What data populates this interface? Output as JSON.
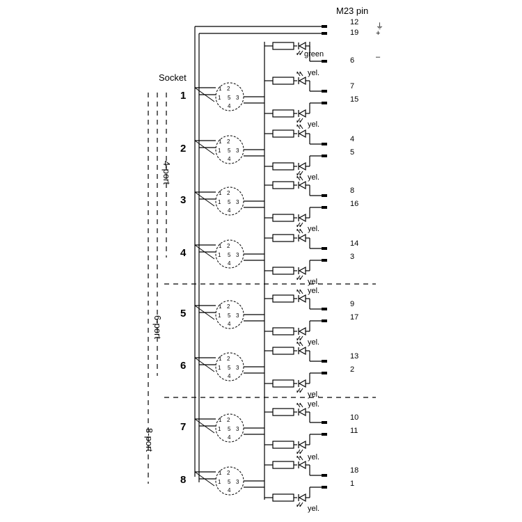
{
  "header": {
    "m23_label": "M23 pin",
    "socket_label": "Socket"
  },
  "top_pins": [
    {
      "pin": "12",
      "symbol": "⏚"
    },
    {
      "pin": "19",
      "symbol": "+"
    },
    {
      "pin": "6",
      "symbol": "–"
    }
  ],
  "sockets": [
    {
      "number": "1",
      "pins": [
        "7",
        "15"
      ],
      "led_upper": "yel.",
      "led_lower": "yel."
    },
    {
      "number": "2",
      "pins": [
        "4",
        "5"
      ],
      "led_upper": "",
      "led_lower": "yel."
    },
    {
      "number": "3",
      "pins": [
        "8",
        "16"
      ],
      "led_upper": "",
      "led_lower": "yel."
    },
    {
      "number": "4",
      "pins": [
        "14",
        "3"
      ],
      "led_upper": "",
      "led_lower": "yel."
    },
    {
      "number": "5",
      "pins": [
        "9",
        "17"
      ],
      "led_upper": "yel.",
      "led_lower": "yel."
    },
    {
      "number": "6",
      "pins": [
        "13",
        "2"
      ],
      "led_upper": "",
      "led_lower": "yel."
    },
    {
      "number": "7",
      "pins": [
        "10",
        "11"
      ],
      "led_upper": "yel.",
      "led_lower": ""
    },
    {
      "number": "8",
      "pins": [
        "18",
        "1"
      ],
      "led_upper": "yel.",
      "led_lower": "yel."
    }
  ],
  "power_led_label": "green",
  "connector_numbers": {
    "n1": "1",
    "n2": "2",
    "n3": "3",
    "n4": "4",
    "n5": "5"
  },
  "ports": [
    {
      "label": "4-port"
    },
    {
      "label": "6-port"
    },
    {
      "label": "8-port"
    }
  ]
}
